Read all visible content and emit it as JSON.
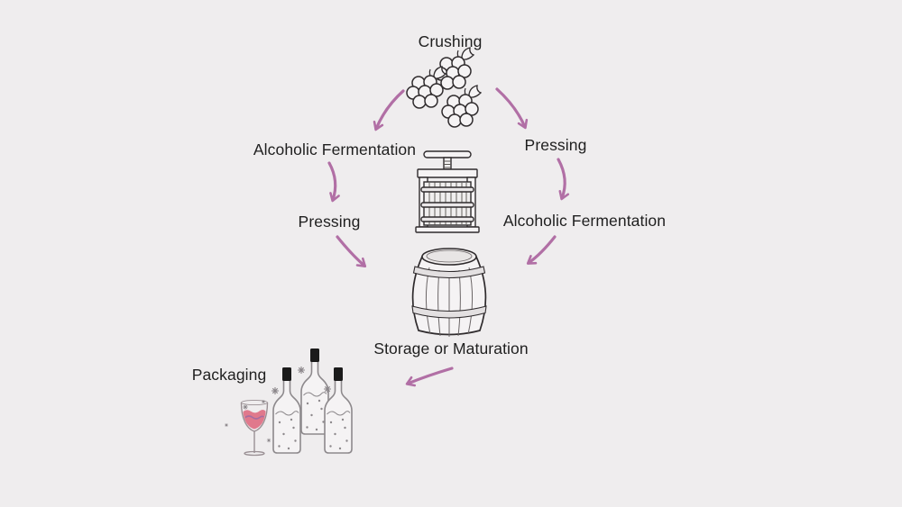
{
  "colors": {
    "background": "#efedee",
    "text": "#1f1f1f",
    "arrow": "#b16fa5",
    "ink": "#2f2b2d",
    "sketch_fill": "#f5f3f4",
    "bottle_line": "#8d898c",
    "cap": "#1b1b1b",
    "wine_pink": "#e0798c",
    "wine_wave": "#a66da1",
    "sparkle": "#8a8589",
    "stave": "#6a6566",
    "hoop_fill": "#e3e0e1",
    "glass_line": "#9a9094"
  },
  "diagram": {
    "type": "flowchart",
    "nodes": [
      {
        "id": "crushing",
        "label": "Crushing",
        "icon": "grapes-icon"
      },
      {
        "id": "fermentation-left",
        "label": "Alcoholic Fermentation"
      },
      {
        "id": "pressing-left",
        "label": "Pressing",
        "icon": "wine-press-icon"
      },
      {
        "id": "pressing-right",
        "label": "Pressing",
        "icon": "wine-press-icon"
      },
      {
        "id": "fermentation-right",
        "label": "Alcoholic Fermentation"
      },
      {
        "id": "storage",
        "label": "Storage or Maturation",
        "icon": "barrel-icon"
      },
      {
        "id": "packaging",
        "label": "Packaging",
        "icon": "wine-bottles-icon"
      }
    ],
    "edges": [
      {
        "from": "crushing",
        "to": "fermentation-left"
      },
      {
        "from": "crushing",
        "to": "pressing-right"
      },
      {
        "from": "fermentation-left",
        "to": "pressing-left"
      },
      {
        "from": "pressing-right",
        "to": "fermentation-right"
      },
      {
        "from": "pressing-left",
        "to": "storage"
      },
      {
        "from": "fermentation-right",
        "to": "storage"
      },
      {
        "from": "storage",
        "to": "packaging"
      }
    ]
  }
}
